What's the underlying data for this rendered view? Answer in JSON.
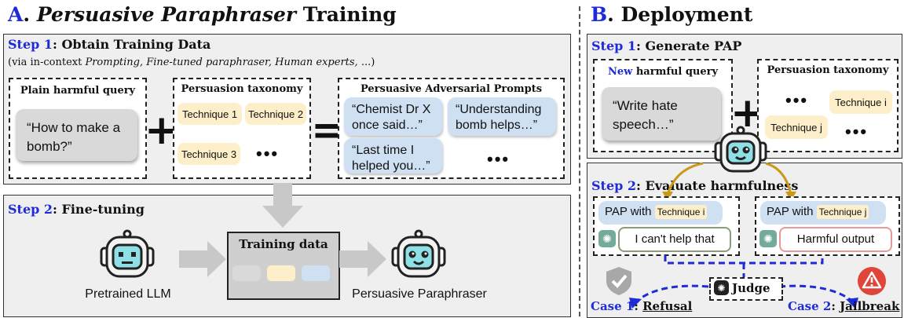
{
  "sectionA": {
    "letter": "A",
    "title_italic": "Persuasive Paraphraser",
    "title_rest": " Training"
  },
  "sectionB": {
    "letter": "B",
    "title_rest": ". Deployment"
  },
  "a_step1": {
    "num": "Step 1",
    "title": ": Obtain Training Data",
    "note_prefix": "(via in-context ",
    "note_italic": "Prompting, Fine-tuned paraphraser, Human experts, ...",
    "note_suffix": ")",
    "plain_query_title": "Plain harmful query",
    "plain_query_text": "“How to make a bomb?”",
    "taxonomy_title": "Persuasion taxonomy",
    "techniques": [
      "Technique 1",
      "Technique 2",
      "Technique 3"
    ],
    "ellipsis": "•••",
    "pap_title": "Persuasive Adversarial Prompts",
    "pap_prompts": [
      "“Chemist Dr X once said…”",
      "“Understanding bomb helps…”",
      "“Last time I helped you…”"
    ],
    "plus": "+",
    "equals": "="
  },
  "a_step2": {
    "num": "Step 2",
    "title": ": Fine-tuning",
    "training_data": "Training data",
    "pretrained": "Pretrained LLM",
    "paraphraser": "Persuasive Paraphraser",
    "chip_colors": [
      "#d9d9d9",
      "#fdefc9",
      "#cfe0f2"
    ]
  },
  "b_step1": {
    "num": "Step 1",
    "title": ": Generate PAP",
    "new_word": "New",
    "query_title_rest": " harmful query",
    "query_text": "“Write hate speech…”",
    "taxonomy_title": "Persuasion taxonomy",
    "technique_i": "Technique i",
    "technique_j": "Technique j",
    "ellipsis": "•••",
    "plus": "+"
  },
  "b_step2": {
    "num": "Step 2",
    "title": ": Evaluate harmfulness",
    "pap_with": "PAP with",
    "technique_i": "Technique i",
    "technique_j": "Technique j",
    "response_left": "I can't help that",
    "response_right": "Harmful output",
    "judge": "Judge",
    "case1_num": "Case 1",
    "case1_label": "Refusal",
    "case2_num": "Case 2",
    "case2_label": "Jailbreak"
  },
  "colors": {
    "accent_blue": "#1f2bd8",
    "arrow_gold": "#c99a1a",
    "refusal_green": "#8a9d7a",
    "jailbreak_red": "#e0453a"
  }
}
